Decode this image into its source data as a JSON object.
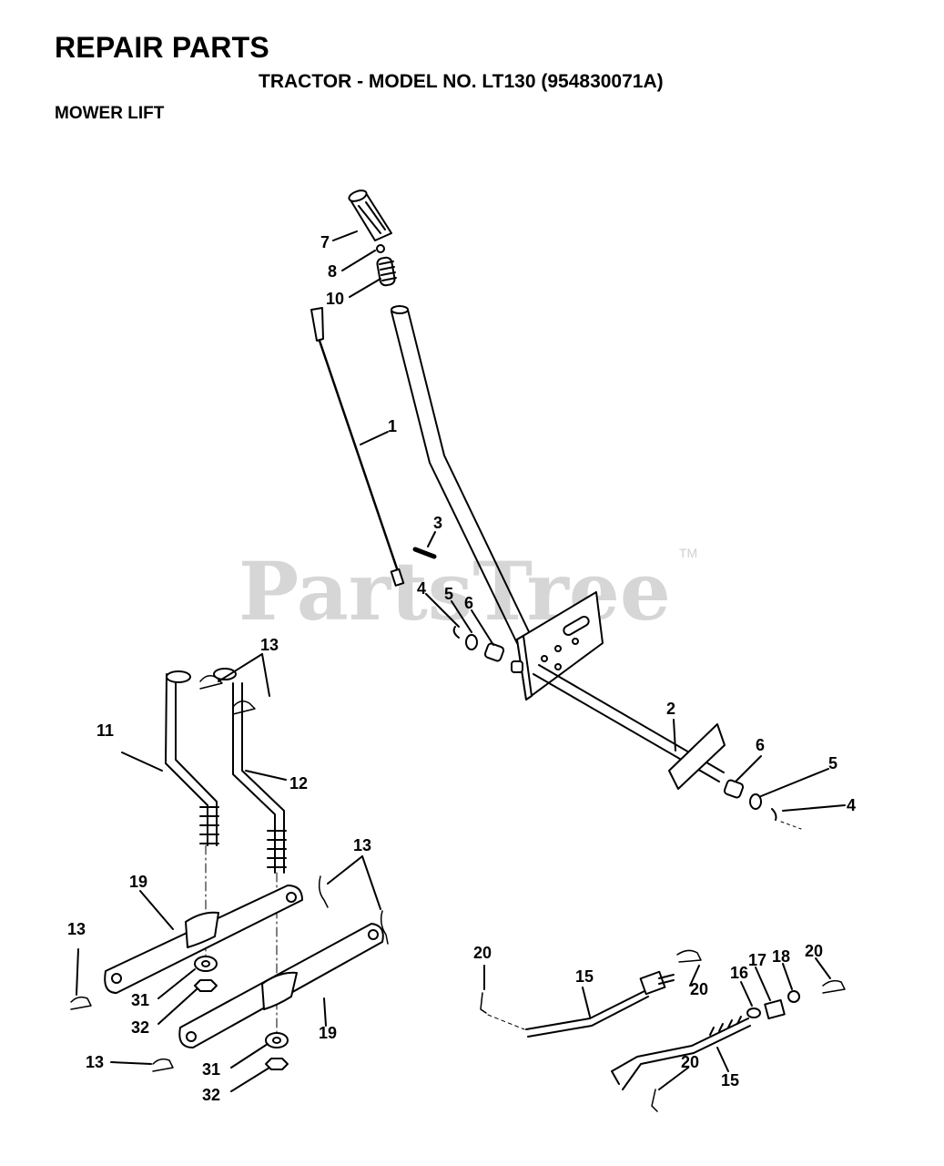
{
  "header": {
    "title": "REPAIR PARTS",
    "subtitle": "TRACTOR - MODEL NO. LT130  (954830071A)",
    "section": "MOWER LIFT"
  },
  "watermark": {
    "text": "PartsTree",
    "mark": "TM"
  },
  "callouts": {
    "c7": "7",
    "c8": "8",
    "c10": "10",
    "c1": "1",
    "c3": "3",
    "c4a": "4",
    "c5a": "5",
    "c6a": "6",
    "c2": "2",
    "c6b": "6",
    "c5b": "5",
    "c4b": "4",
    "c13a": "13",
    "c11": "11",
    "c12": "12",
    "c13b": "13",
    "c19a": "19",
    "c13c": "13",
    "c31a": "31",
    "c32a": "32",
    "c19b": "19",
    "c13d": "13",
    "c31b": "31",
    "c32b": "32",
    "c20a": "20",
    "c15a": "15",
    "c20b": "20",
    "c16": "16",
    "c17": "17",
    "c18": "18",
    "c20c": "20",
    "c20d": "20",
    "c15b": "15"
  }
}
